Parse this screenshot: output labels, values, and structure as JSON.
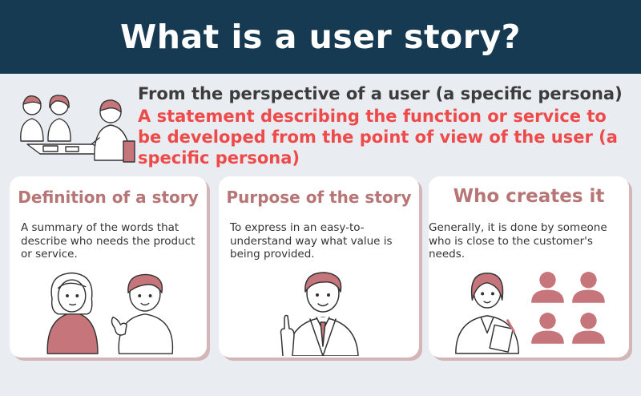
{
  "banner": {
    "title": "What is a user story?"
  },
  "intro": {
    "line1": "From the perspective of a user (a specific persona)",
    "line2": "A statement describing the function or service to be developed from the point of view of the user (a specific persona)"
  },
  "cards": [
    {
      "title": "Definition of a story",
      "body": "A summary of the words that describe who needs the product or service."
    },
    {
      "title": "Purpose of the story",
      "body": "To express in an easy-to-understand way what value is being provided."
    },
    {
      "title": "Who creates it",
      "body": "Generally, it is done by someone who is close to the customer's needs."
    }
  ],
  "colors": {
    "banner": "#173a53",
    "accent_red": "#ee4a4a",
    "card_title": "#b77576",
    "illustration": "#c6767a"
  }
}
